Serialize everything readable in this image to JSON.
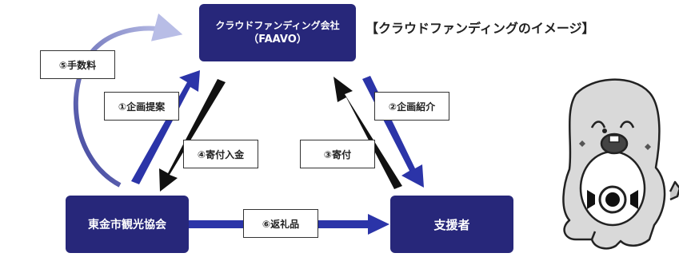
{
  "title": "【クラウドファンディングのイメージ】",
  "nodes": {
    "company_line1": "クラウドファンディング会社",
    "company_line2": "（FAAVO）",
    "association": "東金市観光協会",
    "supporter": "支援者"
  },
  "flows": {
    "fee": "⑤手数料",
    "proposal": "①企画提案",
    "payment": "④寄付入金",
    "introduction": "②企画紹介",
    "donation": "③寄付",
    "gift": "⑥返礼品"
  },
  "colors": {
    "navy": "#27277a",
    "blue": "#2b34a8",
    "black": "#111111",
    "gradient_start": "#3a3f9a",
    "gradient_end": "#b8bde6"
  }
}
